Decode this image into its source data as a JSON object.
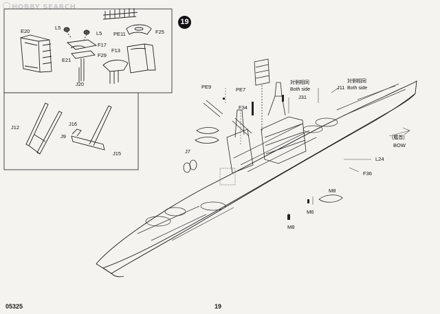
{
  "watermark": "HOBBY SEARCH",
  "step_number": "19",
  "inset_top_labels": {
    "e20": "E20",
    "l5a": "L5",
    "l5b": "L5",
    "pe11": "PE11",
    "f25": "F25",
    "f17": "F17",
    "f29": "F29",
    "e21": "E21",
    "f13": "F13",
    "j20": "J20"
  },
  "inset_mid_labels": {
    "j12": "J12",
    "j9": "J9",
    "j16": "J16",
    "j15": "J15"
  },
  "main_labels": {
    "pe9": "PE9",
    "pe7": "PE7",
    "f34": "F34",
    "j31": "J31",
    "j11": "J11",
    "j7": "J7",
    "l24": "L24",
    "f36": "F36",
    "m8a": "M8",
    "m6": "M6",
    "m8b": "M8"
  },
  "notes": {
    "both_side_left_cn": "対側相同",
    "both_side_left_en": "Both side",
    "both_side_right_cn": "対側相同",
    "both_side_right_en": "Both side",
    "bow_cn": "(艦首)",
    "bow_en": "BOW"
  },
  "footer": {
    "product_code": "05325",
    "page_number": "19"
  }
}
